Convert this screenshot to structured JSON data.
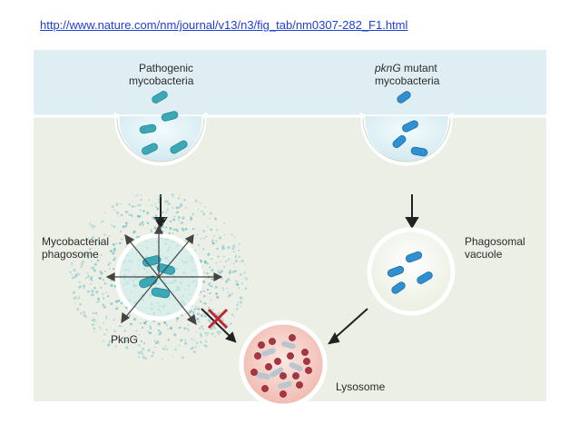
{
  "slide": {
    "link_text": "http://www.nature.com/nm/journal/v13/n3/fig_tab/nm0307-282_F1.html"
  },
  "figure": {
    "pathogenic": {
      "line1": "Pathogenic",
      "line2": "mycobacteria"
    },
    "mutant": {
      "line1_italic": "pknG",
      "line1_rest": " mutant",
      "line2": "mycobacteria"
    },
    "mycobacterial_phagosome": {
      "line1": "Mycobacterial",
      "line2": "phagosome"
    },
    "phagosomal_vacuole": {
      "line1": "Phagosomal",
      "line2": "vacuole"
    },
    "pkng_label": "PknG",
    "lysosome_label": "Lysosome",
    "colors": {
      "extracellular": "#dfeef2",
      "cytoplasm": "#ecefe6",
      "membrane": "#ffffff",
      "bacteria": "#3ba8b8",
      "bacteria_mutant": "#2f8fd0",
      "pkng_dots": "#57b6c2",
      "lysosome_fill": "#f3c9c0",
      "lysosome_dots": "#a8353f",
      "block_mark": "#c0242f"
    }
  }
}
